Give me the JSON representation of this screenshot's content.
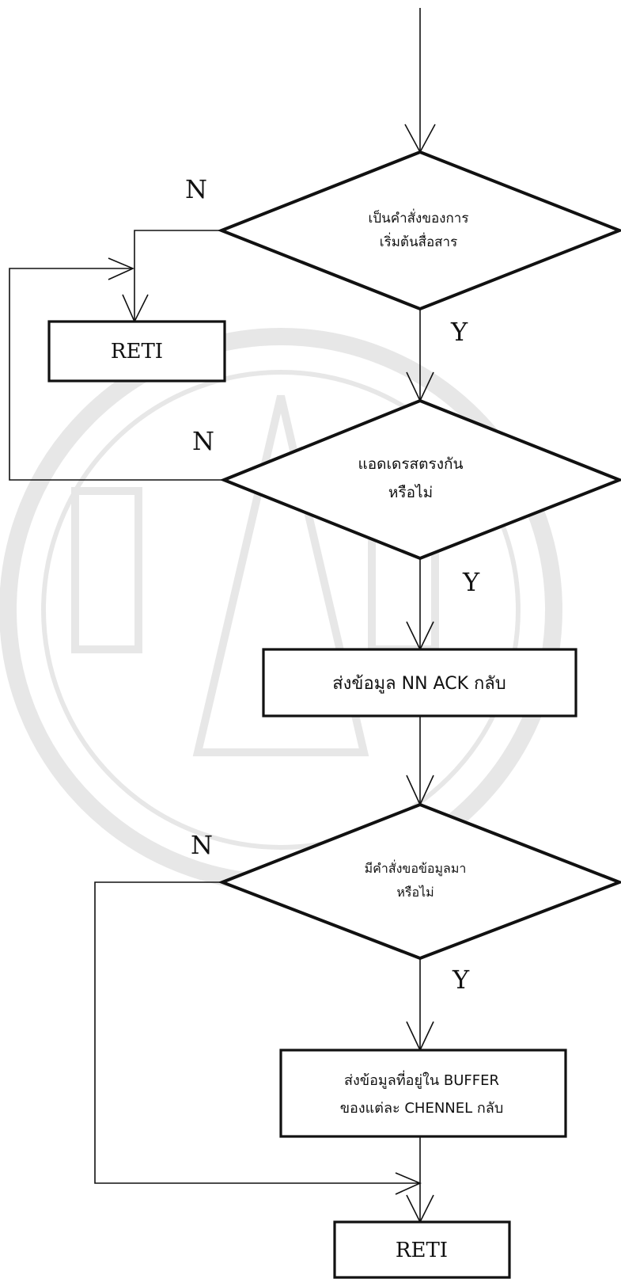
{
  "decisions": {
    "start_comm": {
      "line1": "เป็นคำสั่งของการ",
      "line2": "เริ่มต้นสื่อสาร"
    },
    "address_match": {
      "line1": "แอดเดรสตรงกัน",
      "line2": "หรือไม่"
    },
    "data_request": {
      "line1": "มีคำสั่งขอข้อมูลมา",
      "line2": "หรือไม่"
    }
  },
  "processes": {
    "reti_top": "RETI",
    "send_ack": "ส่งข้อมูล NN ACK กลับ",
    "send_buffer": {
      "line1": "ส่งข้อมูลที่อยู่ใน BUFFER",
      "line2": "ของแต่ละ CHENNEL กลับ"
    },
    "reti_bottom": "RETI"
  },
  "branch_labels": {
    "no": "N",
    "yes": "Y"
  }
}
